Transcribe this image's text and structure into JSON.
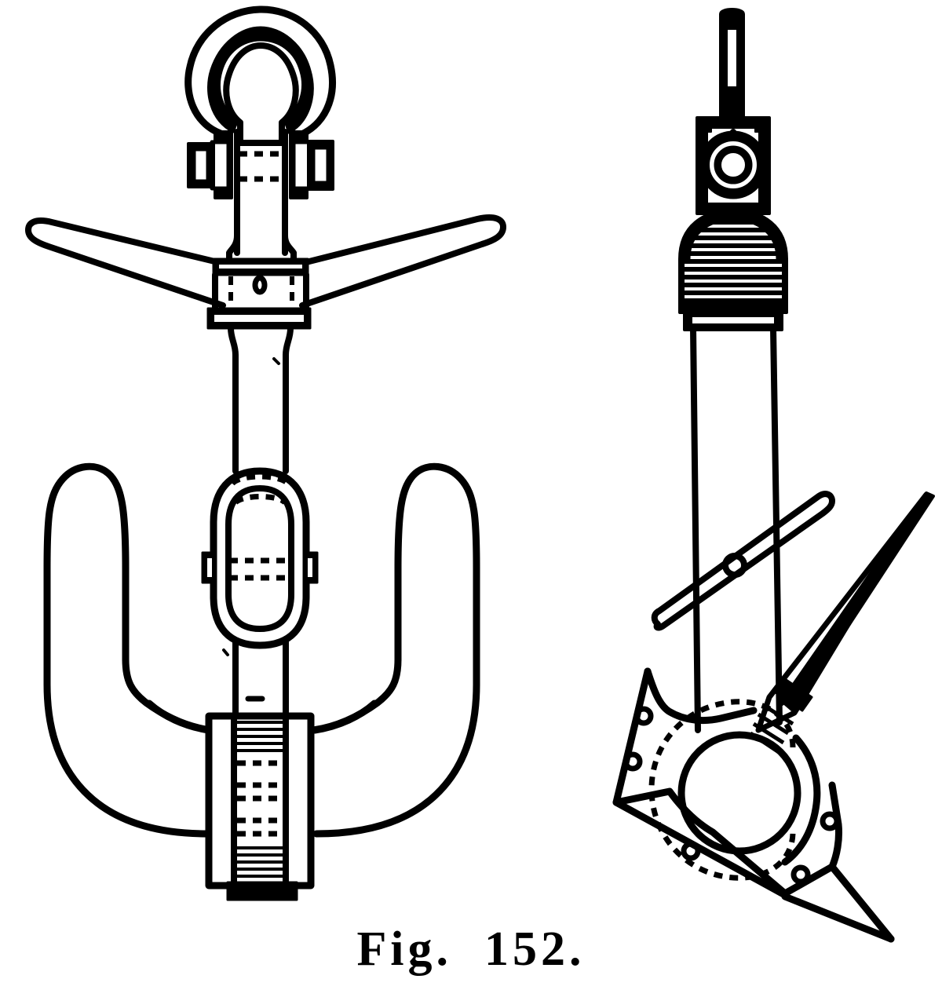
{
  "document": {
    "kind": "engraved technical line illustration",
    "background_color": "#ffffff",
    "ink_color": "#000000",
    "caption": "Fig.  152.",
    "caption_text_plain": "Fig. 152."
  },
  "figure": {
    "label": "Fig. 152.",
    "subject": "stockless / close-stowing ship anchor",
    "views": [
      {
        "id": "front-elevation",
        "name": "front elevation of anchor",
        "position": "left",
        "parts": [
          {
            "id": "shackle-ring",
            "name": "shackle ring (anchor ring)",
            "detail": "heavy oval ring at head of shank"
          },
          {
            "id": "shackle-bolt",
            "name": "shackle bolt with head and nut",
            "detail": "transverse pin through shank, hidden lines shown dashed"
          },
          {
            "id": "shank",
            "name": "shank",
            "detail": "vertical tapered bar running full height"
          },
          {
            "id": "stock",
            "name": "stock (crossbar)",
            "detail": "wide V-shaped bar with rounded ends, spanning left and right"
          },
          {
            "id": "stock-collar-upper",
            "name": "upper stock collar",
            "detail": "banded ring above stock plate"
          },
          {
            "id": "stock-plate",
            "name": "stock mounting plate",
            "detail": "square plate with small bolt hole, hidden edges dashed"
          },
          {
            "id": "stock-hole",
            "name": "bolt hole in stock plate",
            "detail": "small oval hole"
          },
          {
            "id": "stock-collar-lower",
            "name": "lower stock collar",
            "detail": "banded ring below stock plate"
          },
          {
            "id": "oval-link",
            "name": "oval link / swivel eye on shank",
            "detail": "elongated ring with side lugs at mid-shank"
          },
          {
            "id": "fluke-left",
            "name": "left fluke (arm and palm)",
            "detail": "curved arm rising to a pointed blade"
          },
          {
            "id": "fluke-right",
            "name": "right fluke (arm and palm)",
            "detail": "curved arm rising to a pointed blade"
          },
          {
            "id": "crown-block",
            "name": "crown block / trunnion housing",
            "detail": "rectangular hatched block at the foot of the shank with hidden lines"
          },
          {
            "id": "crown-foot",
            "name": "solid crown foot",
            "detail": "black shoe at the bottom of the crown block"
          }
        ]
      },
      {
        "id": "side-elevation",
        "name": "side elevation of anchor",
        "position": "right",
        "parts": [
          {
            "id": "shackle-tongue",
            "name": "shackle tongue seen edgewise",
            "detail": "narrow flat blade at top"
          },
          {
            "id": "head-plate",
            "name": "anchor head plate with bolt hole",
            "detail": "rectangular lug containing one round hole"
          },
          {
            "id": "head-hole",
            "name": "round bolt hole in head plate",
            "detail": "circular opening"
          },
          {
            "id": "crown-dome",
            "name": "hatched domed head",
            "detail": "semicircular cap filled with close horizontal hatching"
          },
          {
            "id": "dome-band",
            "name": "band beneath the domed head",
            "detail": "narrow collar"
          },
          {
            "id": "shank-side",
            "name": "shank, side view",
            "detail": "slender vertical bar"
          },
          {
            "id": "stock-bar",
            "name": "stock bar seen end-on",
            "detail": "inclined round bar crossing the shank, with a central boss"
          },
          {
            "id": "stock-boss",
            "name": "boss at centre of stock bar",
            "detail": "small round knob"
          },
          {
            "id": "fluke-side",
            "name": "fluke, side view",
            "detail": "long pointed blade inclined up to the right"
          },
          {
            "id": "fluke-ribs",
            "name": "ribbed neck of fluke",
            "detail": "short hatched lines at root of fluke"
          },
          {
            "id": "crown-casting",
            "name": "crown casting / tripping palms",
            "detail": "angular plate with rivet holes and dashed hidden circle"
          },
          {
            "id": "crown-trunnion",
            "name": "trunnion circle on crown",
            "detail": "large circle with concentric dashed hidden circle"
          },
          {
            "id": "rivet-holes",
            "name": "rivet holes in crown casting",
            "count": 5,
            "detail": "small circles on the crown plate"
          }
        ]
      }
    ]
  }
}
